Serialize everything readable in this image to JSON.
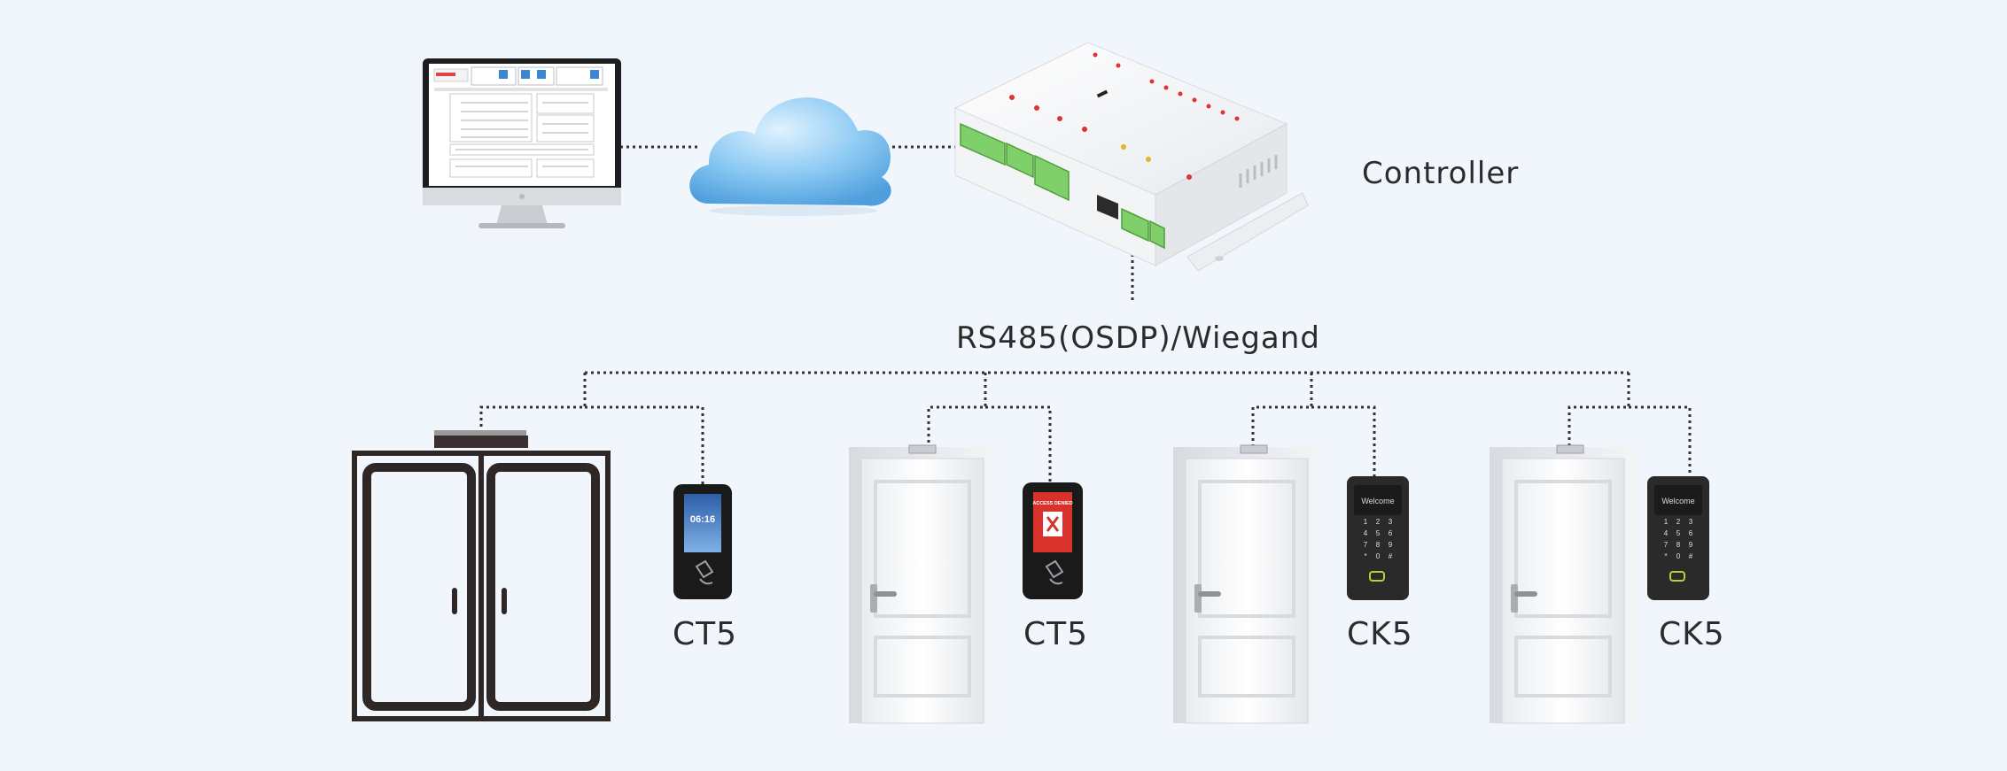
{
  "controller_label": "Controller",
  "bus_label": "RS485(OSDP)/Wiegand",
  "readers": [
    {
      "model": "CT5",
      "screen_text": "06:16"
    },
    {
      "model": "CT5",
      "screen_text": "ACCESS DENIED"
    },
    {
      "model": "CK5",
      "screen_text": "Welcome"
    },
    {
      "model": "CK5",
      "screen_text": "Welcome"
    }
  ],
  "keypad_keys": [
    "1",
    "2",
    "3",
    "4",
    "5",
    "6",
    "7",
    "8",
    "9",
    "*",
    "0",
    "#"
  ],
  "colors": {
    "background": "#f1f6fc",
    "line": "#333333",
    "cloud": "#8ccaf3",
    "connector_green": "#7fcf6a",
    "denied_red": "#d8322b"
  }
}
